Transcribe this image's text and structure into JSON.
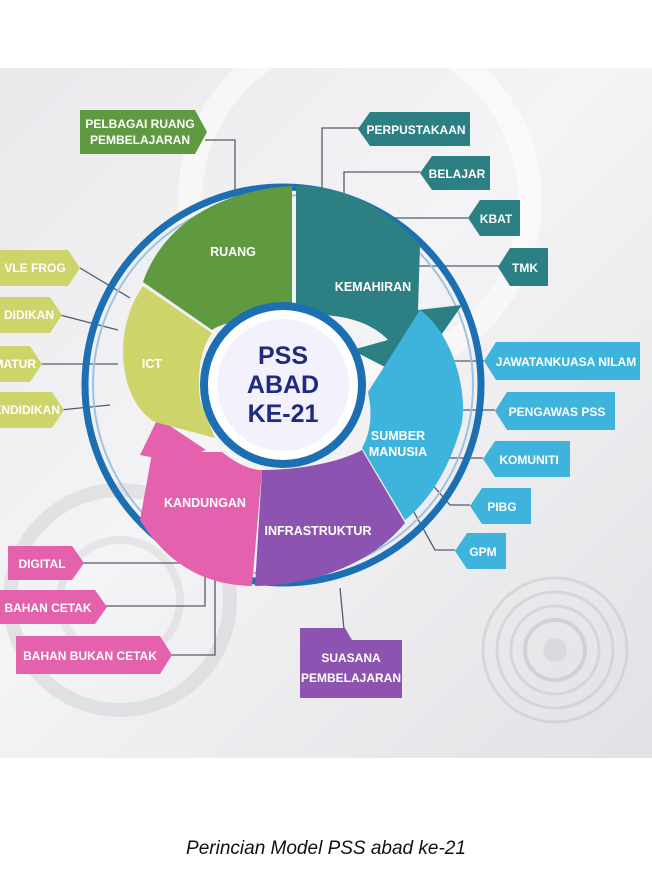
{
  "center": {
    "line1": "PSS",
    "line2": "ABAD",
    "line3": "KE-21"
  },
  "segments": {
    "ruang": "RUANG",
    "kemahiran": "KEMAHIRAN",
    "sumber_line1": "SUMBER",
    "sumber_line2": "MANUSIA",
    "infrastruktur": "INFRASTRUKTUR",
    "kandungan": "KANDUNGAN",
    "ict": "ICT"
  },
  "tags": {
    "pelbagai_line1": "PELBAGAI RUANG",
    "pelbagai_line2": "PEMBELAJARAN",
    "perpustakaan": "PERPUSTAKAAN",
    "belajar": "BELAJAR",
    "kbat": "KBAT",
    "tmk": "TMK",
    "jawatankuasa": "JAWATANKUASA NILAM",
    "pengawas": "PENGAWAS PSS",
    "komuniti": "KOMUNITI",
    "pibg": "PIBG",
    "gpm": "GPM",
    "suasana_line1": "SUASANA",
    "suasana_line2": "PEMBELAJARAN",
    "digital": "DIGITAL",
    "bahan_cetak": "BAHAN CETAK",
    "bahan_bukan_cetak": "BAHAN BUKAN CETAK",
    "vle_frog": "VLE FROG",
    "ict_2": "DIDIKAN",
    "ict_3": "MATUR",
    "ict_4": "ENDIDIKAN"
  },
  "caption": "Perincian Model  PSS abad ke-21",
  "colors": {
    "ring": "#1d6fb3",
    "ruang": "#5f9a40",
    "kemahiran": "#2c7f83",
    "sumber": "#3eb4dc",
    "infrastruktur": "#8c54b0",
    "kandungan": "#e461ad",
    "ict": "#cdd56a",
    "center_text": "#1f2a80"
  }
}
